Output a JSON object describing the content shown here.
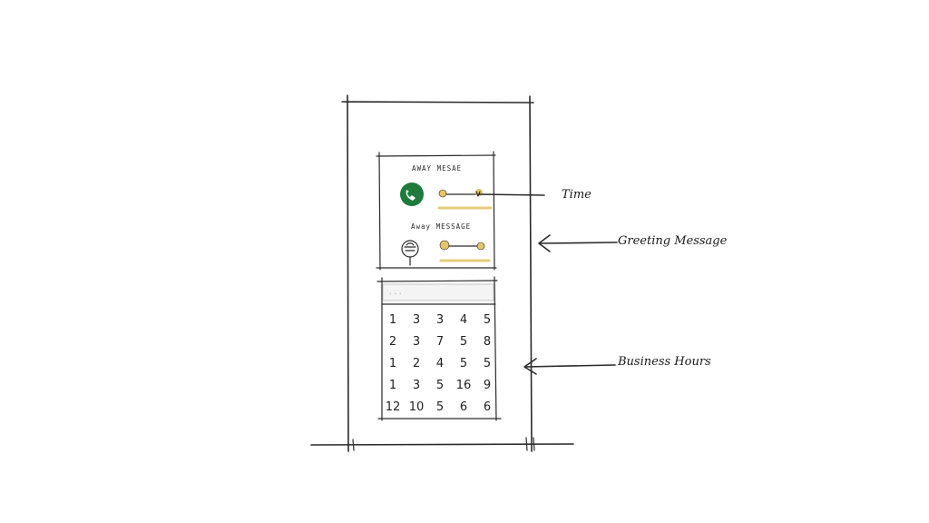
{
  "labels": {
    "time": "Time",
    "greeting_message": "Greeting Message",
    "business_hours": "Business Hours"
  },
  "card": {
    "title_1": "AWAY MESAE",
    "title_2": "Away MESSAGE"
  },
  "calendar": {
    "search_placeholder": "...",
    "rows": [
      [
        "1",
        "3",
        "3",
        "4",
        "5"
      ],
      [
        "2",
        "3",
        "7",
        "5",
        "8"
      ],
      [
        "1",
        "2",
        "4",
        "5",
        "5"
      ],
      [
        "1",
        "3",
        "5",
        "16",
        "9"
      ],
      [
        "12",
        "10",
        "5",
        "6",
        "6"
      ]
    ]
  },
  "colors": {
    "accent_green": "#1f7a3d",
    "highlight_yellow": "#e3c66a",
    "ink": "#2a2a2a"
  },
  "icons": {
    "phone": "phone-icon",
    "avatar": "avatar-icon"
  }
}
